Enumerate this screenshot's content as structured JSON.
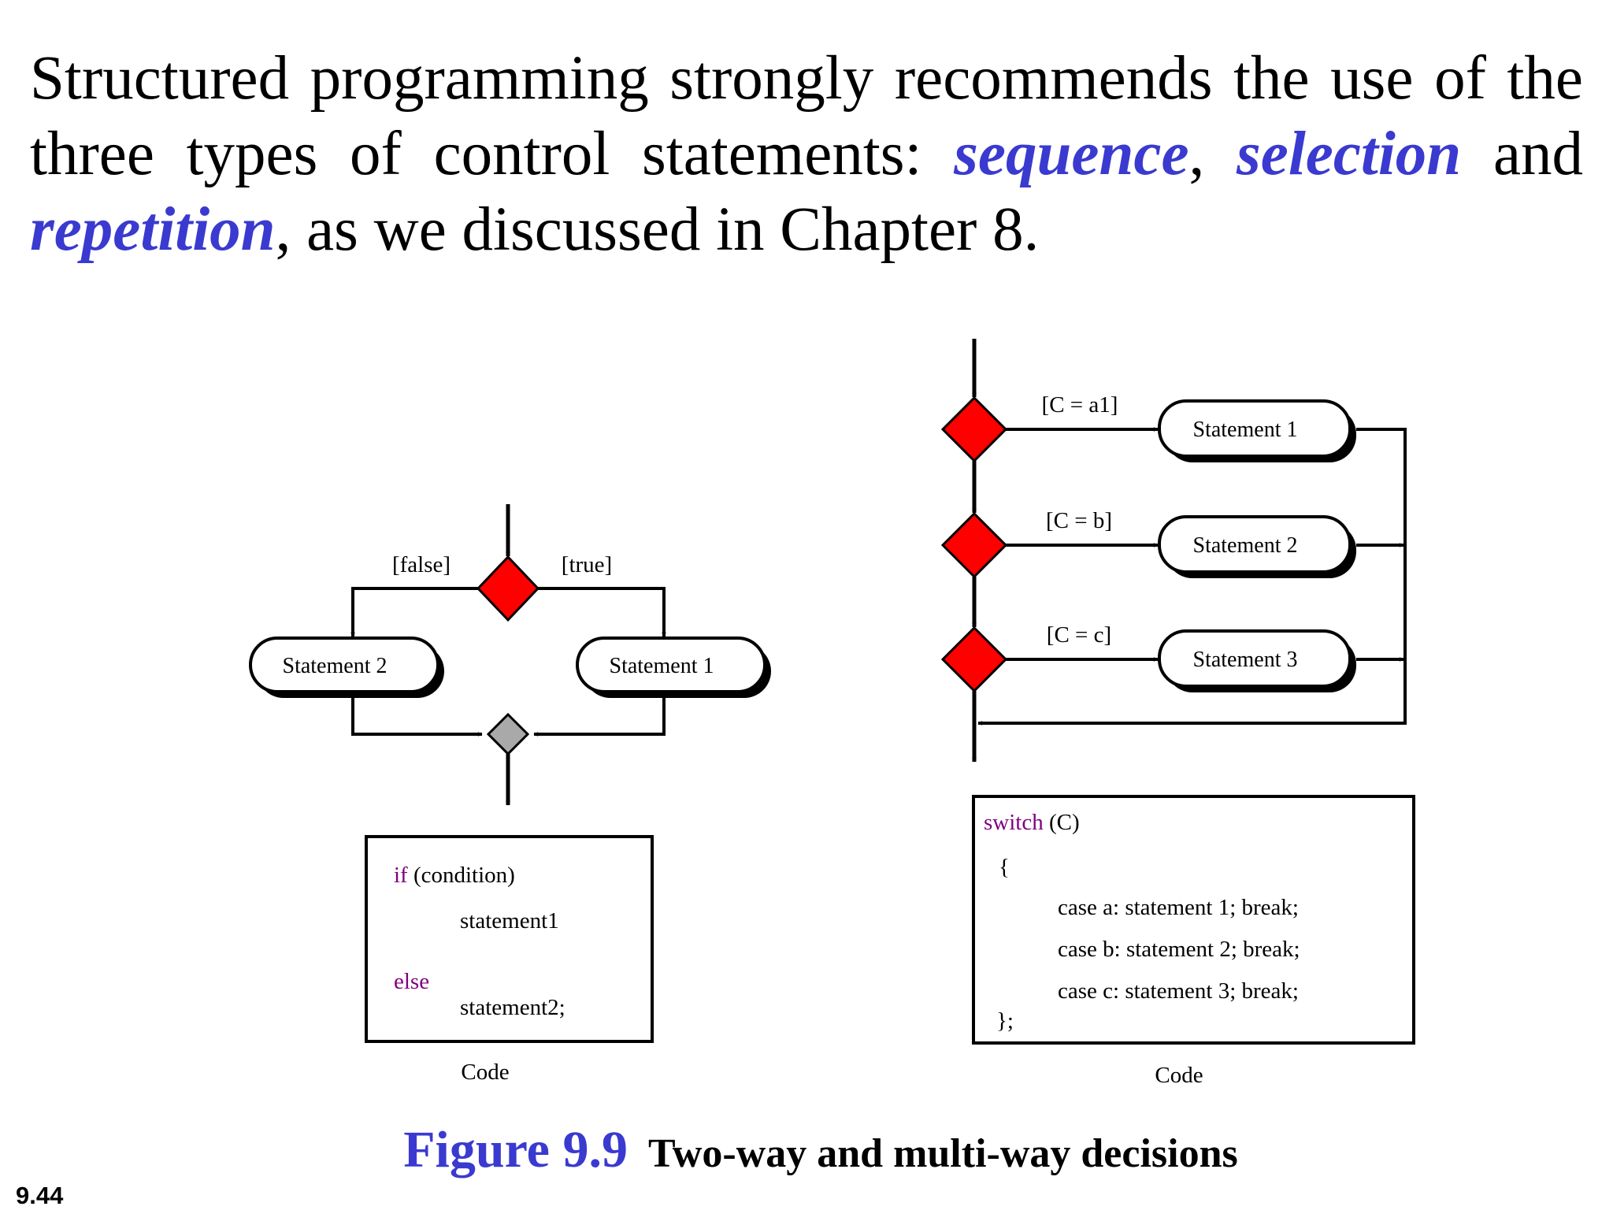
{
  "intro": {
    "part1": "Structured programming strongly recommends the use of the three types of control statements: ",
    "sequence": "sequence",
    "comma": ", ",
    "selection": "selection",
    "and": " and ",
    "repetition": "repetition",
    "part2": ", as we discussed in Chapter 8."
  },
  "two_way": {
    "false_label": "[false]",
    "true_label": "[true]",
    "statement_left": "Statement 2",
    "statement_right": "Statement 1",
    "code": {
      "if_kw": "if",
      "condition": " (condition)",
      "statement1": "statement1",
      "else_kw": "else",
      "statement2": "statement2;",
      "caption": "Code"
    }
  },
  "multi_way": {
    "guards": [
      "[C = a1]",
      "[C = b]",
      "[C = c]"
    ],
    "statements": [
      "Statement 1",
      "Statement 2",
      "Statement 3"
    ],
    "code": {
      "switch_kw": "switch",
      "switch_arg": " (C)",
      "open_brace": "{",
      "cases": [
        "case a: statement 1; break;",
        "case b: statement 2; break;",
        "case c: statement 3; break;"
      ],
      "close_brace": "};",
      "caption": "Code"
    }
  },
  "caption": {
    "label": "Figure 9.9",
    "title": "Two-way and multi-way decisions"
  },
  "page_number": "9.44",
  "colors": {
    "keyword": "#3a3ad0",
    "decision_fill": "#ff0000",
    "merge_fill": "#a9a9a9",
    "code_keyword": "#800080"
  }
}
